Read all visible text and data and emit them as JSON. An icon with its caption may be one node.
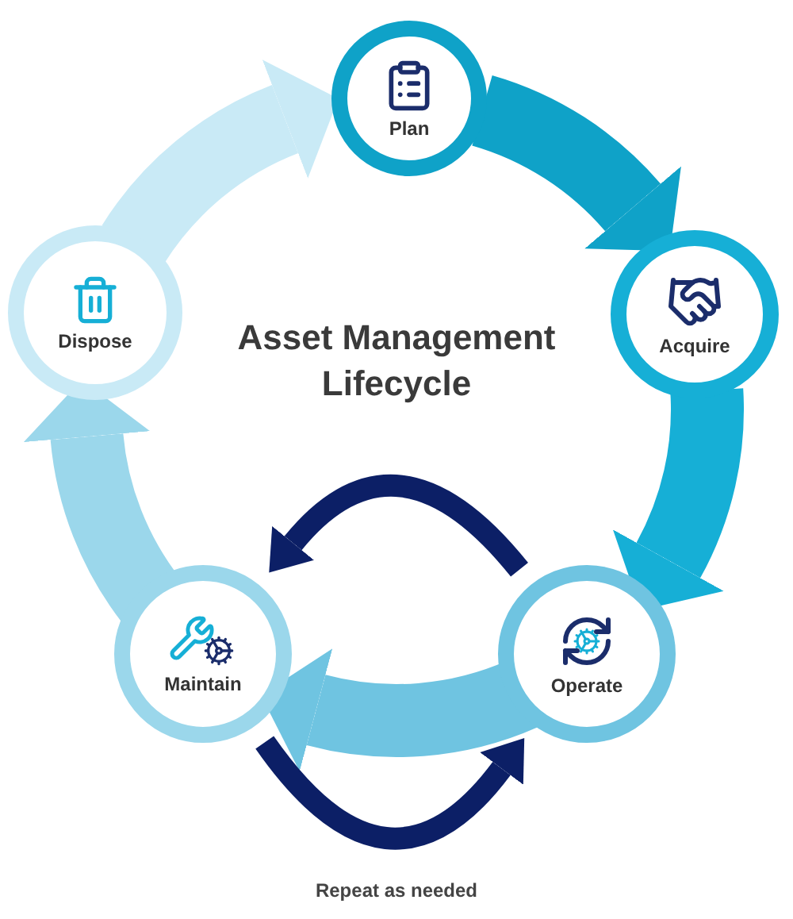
{
  "diagram": {
    "title": "Asset Management Lifecycle",
    "nodes": [
      {
        "text": [
          "Plan"
        ]
      },
      {
        "text": [
          "Acquire"
        ]
      },
      {
        "text": [
          "Operate"
        ]
      },
      {
        "text": [
          "Maintain"
        ]
      },
      {
        "text": [
          "Dispose"
        ]
      }
    ],
    "edges": [
      {
        "from": 0,
        "to": 1,
        "arrow": "to",
        "color": "#0fa2c8"
      },
      {
        "from": 1,
        "to": 2,
        "arrow": "to",
        "color": "#16afd6"
      },
      {
        "from": 2,
        "to": 3,
        "arrow": "to",
        "color": "#6fc4e1"
      },
      {
        "from": 3,
        "to": 4,
        "arrow": "to",
        "color": "#9bd7eb"
      },
      {
        "from": 4,
        "to": 0,
        "arrow": "to",
        "color": "#c9eaf6"
      },
      {
        "from": 2,
        "to": 3,
        "arrow": "to",
        "color": "#0c1f66"
      },
      {
        "from": 3,
        "to": 2,
        "arrow": "to",
        "color": "#0c1f66"
      }
    ],
    "labels": [
      "Repeat as needed"
    ]
  }
}
